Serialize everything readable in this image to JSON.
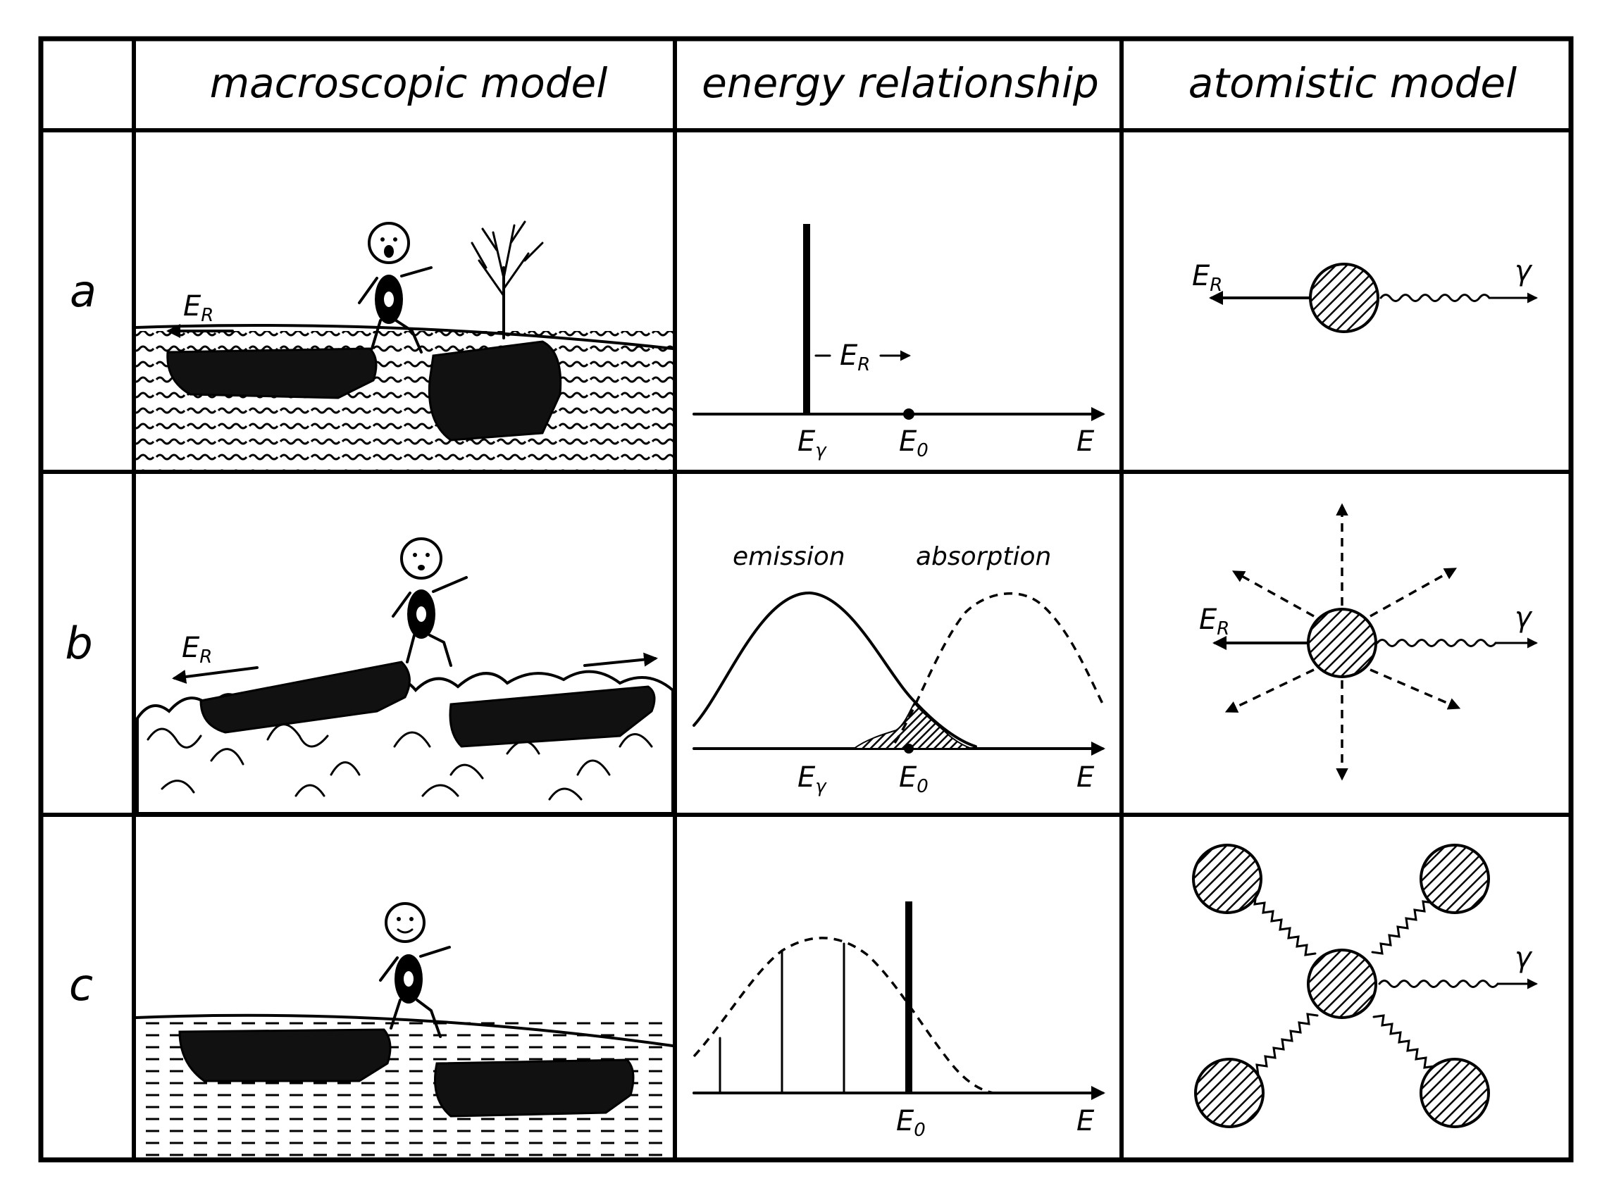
{
  "headers": {
    "macroscopic": "macroscopic model",
    "energy": "energy relationship",
    "atomistic": "atomistic model"
  },
  "rows": [
    {
      "label": "a"
    },
    {
      "label": "b"
    },
    {
      "label": "c"
    }
  ],
  "symbols": {
    "recoil_energy": "E",
    "recoil_sub": "R",
    "gamma_energy": "E",
    "gamma_sub": "γ",
    "transition_energy": "E",
    "transition_sub": "0",
    "energy_axis": "E",
    "gamma": "γ"
  },
  "energy_b": {
    "emission": "emission",
    "absorption": "absorption"
  },
  "colors": {
    "ink": "#000000",
    "paper": "#ffffff"
  }
}
